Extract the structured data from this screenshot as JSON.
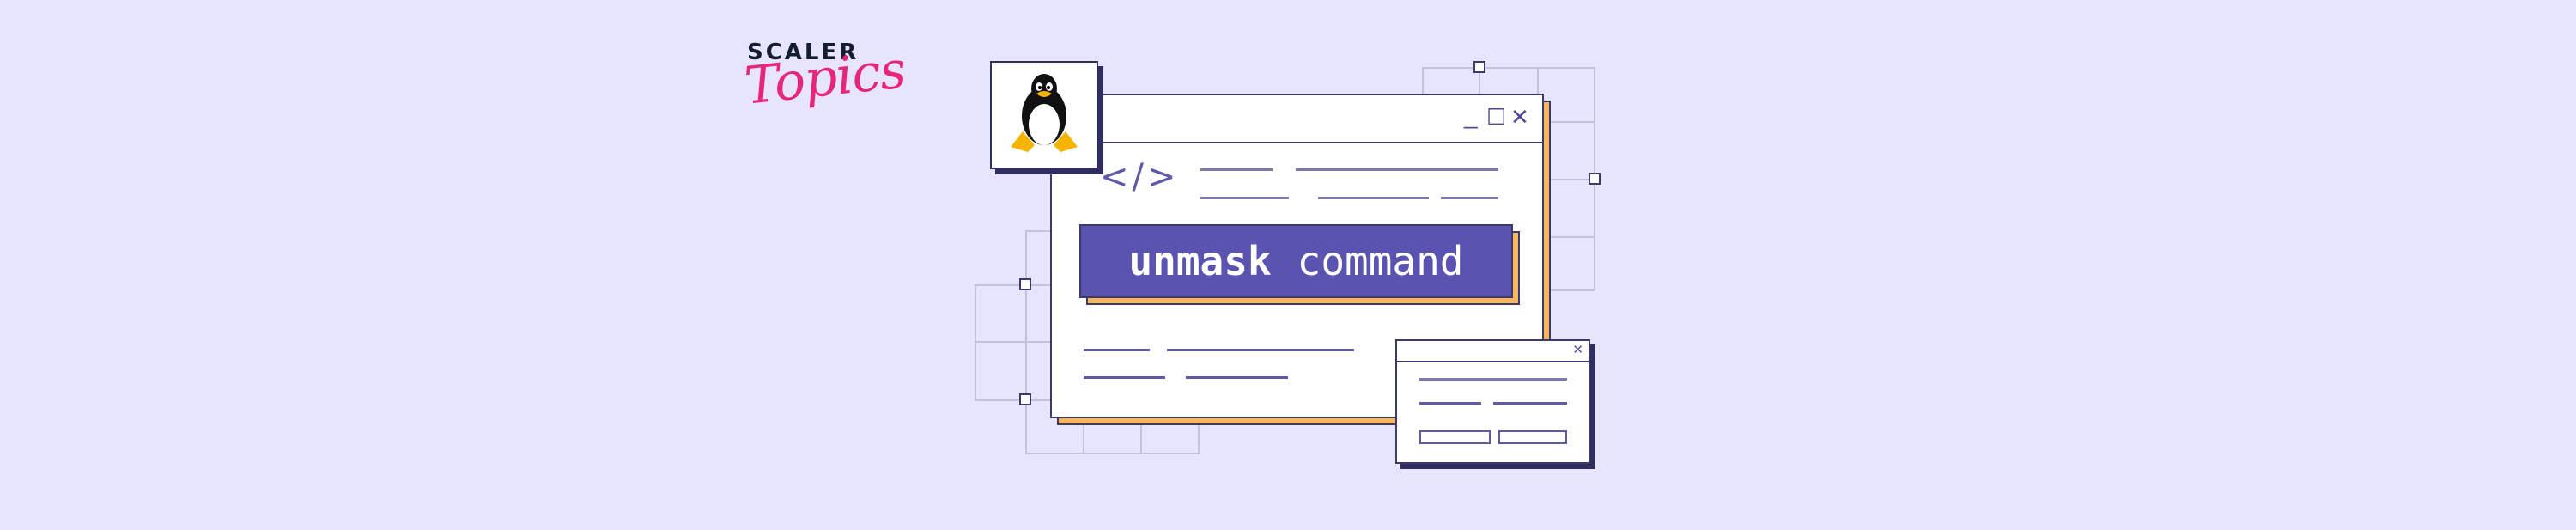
{
  "brand": {
    "name_top": "SCALER",
    "name_script": "Topics",
    "colors": {
      "scaler": "#141b33",
      "topics": "#e5267a"
    }
  },
  "illustration": {
    "background": "#e6e5fd",
    "penguin_icon": "linux-tux-penguin",
    "main_window": {
      "controls": {
        "minimize": "_",
        "maximize": "☐",
        "close": "✕"
      },
      "code_icon": "</>"
    },
    "command_banner": {
      "word1": "unmask",
      "word2": "command",
      "bg": "#5a53b0",
      "shadow": "#f8b65c"
    },
    "dialog": {
      "close": "✕"
    }
  }
}
